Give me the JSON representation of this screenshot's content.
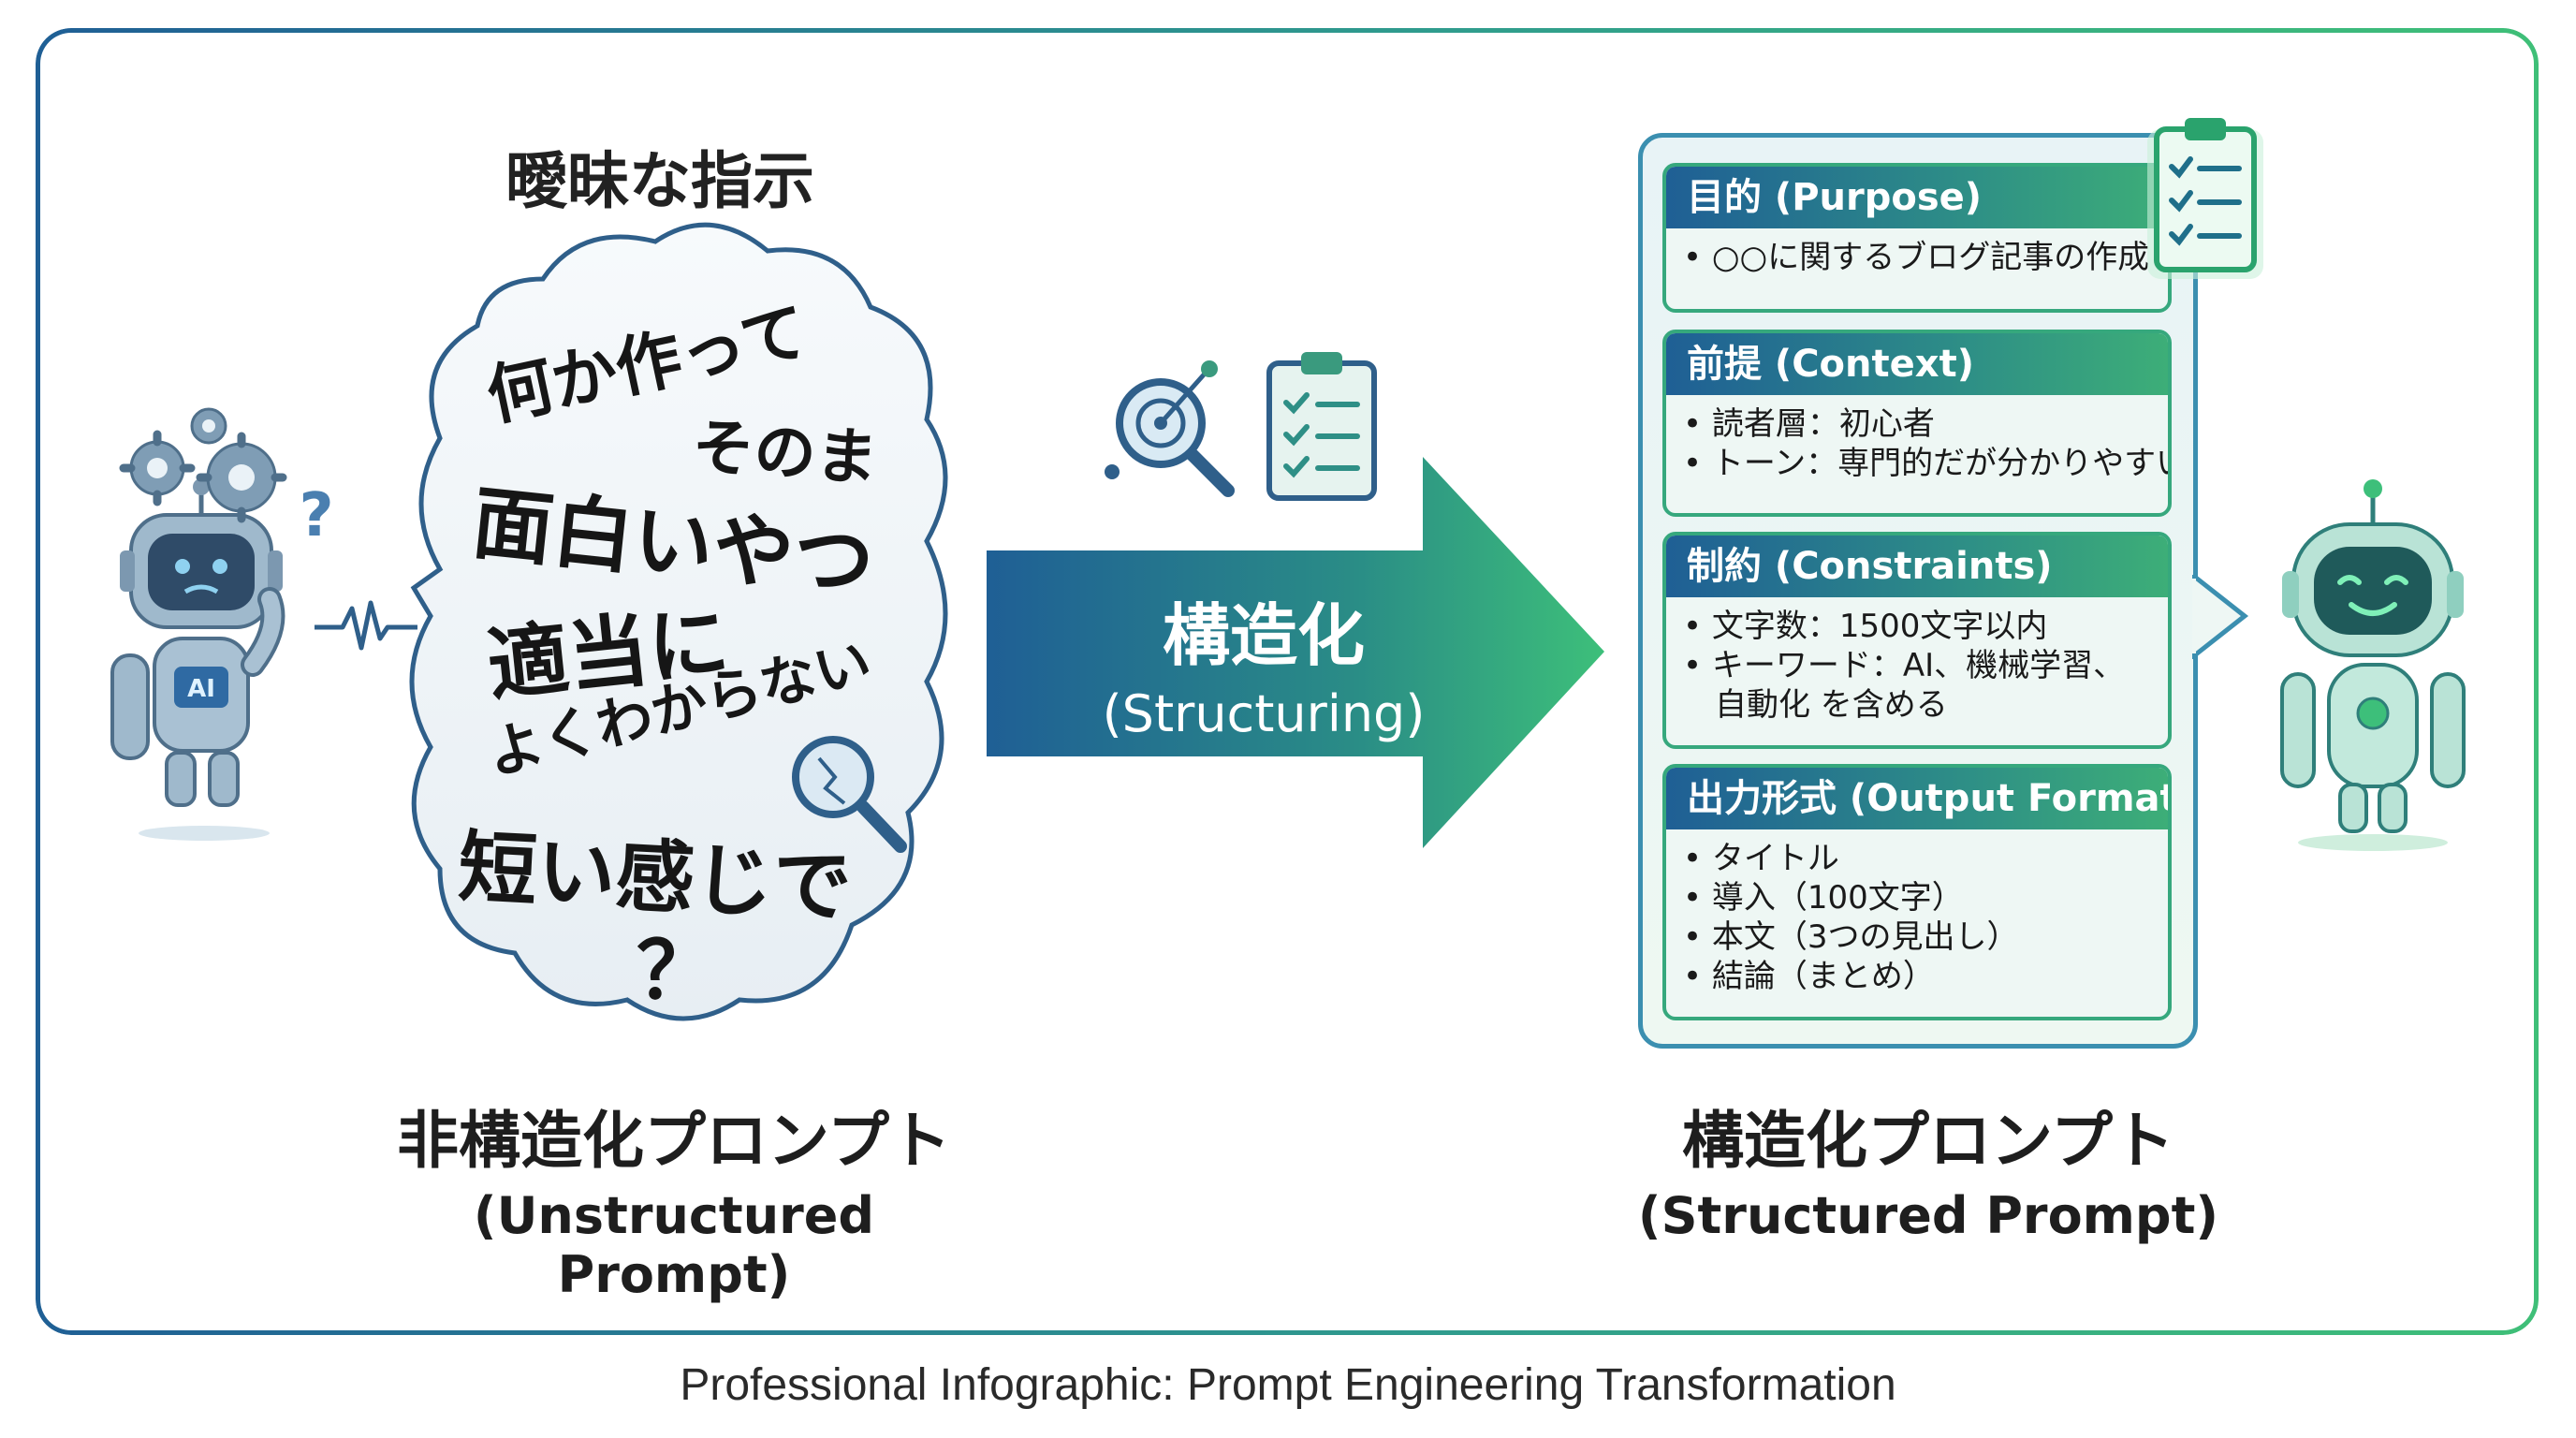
{
  "left": {
    "title": "曖昧な指示",
    "bubble_lines": [
      "何か作って",
      "そのま",
      "面白いやつ",
      "適当に",
      "よくわからない",
      "短い感じで",
      "？"
    ],
    "label_jp": "非構造化プロンプト",
    "label_en": "(Unstructured Prompt)",
    "robot_badge": "AI"
  },
  "arrow": {
    "label_jp": "構造化",
    "label_en": "(Structuring)"
  },
  "right": {
    "sections": [
      {
        "header": "目的 (Purpose)",
        "items": [
          "• ○○に関するブログ記事の作成"
        ]
      },
      {
        "header": "前提 (Context)",
        "items": [
          "• 読者層：初心者",
          "• トーン：専門的だが分かりやすい"
        ]
      },
      {
        "header": "制約 (Constraints)",
        "items": [
          "• 文字数：1500文字以内",
          "• キーワード：AI、機械学習、",
          "　自動化 を含める"
        ]
      },
      {
        "header": "出力形式 (Output Format)",
        "items": [
          "• タイトル",
          "• 導入（100文字）",
          "• 本文（3つの見出し）",
          "• 結論（まとめ）"
        ]
      }
    ],
    "label_jp": "構造化プロンプト",
    "label_en": "(Structured Prompt)"
  },
  "caption": "Professional Infographic: Prompt Engineering Transformation",
  "colors": {
    "blue": "#1f5f95",
    "teal": "#2e8f86",
    "green": "#3dae78"
  },
  "icons": [
    "gear-icon",
    "question-mark-icon",
    "magnifier-icon",
    "clipboard-checklist-icon",
    "robot-icon"
  ]
}
